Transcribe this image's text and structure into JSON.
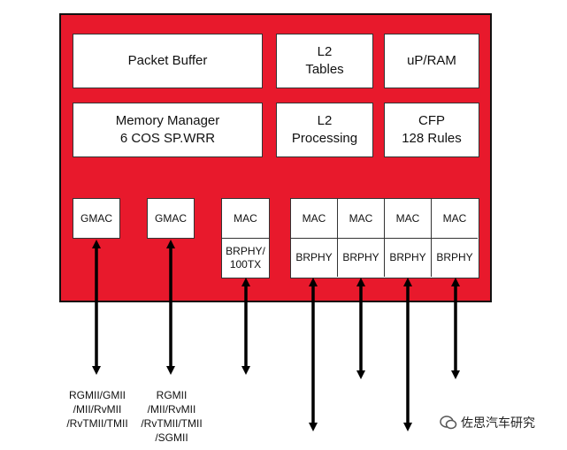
{
  "blocks": {
    "packet_buffer": "Packet Buffer",
    "l2_tables": [
      "L2",
      "Tables"
    ],
    "up_ram": "uP/RAM",
    "memory_manager": [
      "Memory Manager",
      "6 COS SP.WRR"
    ],
    "l2_processing": [
      "L2",
      "Processing"
    ],
    "cfp": [
      "CFP",
      "128 Rules"
    ]
  },
  "ports": {
    "gmac1": "GMAC",
    "gmac2": "GMAC",
    "mac_100tx": "MAC",
    "brphy_100tx": [
      "BRPHY/",
      "100TX"
    ],
    "quad_mac": [
      "MAC",
      "MAC",
      "MAC",
      "MAC"
    ],
    "quad_brphy": [
      "BRPHY",
      "BRPHY",
      "BRPHY",
      "BRPHY"
    ]
  },
  "interface_labels": {
    "left": [
      "RGMII/GMII",
      "/MII/RvMII",
      "/RvTMII/TMII"
    ],
    "right": [
      "RGMII",
      "/MII/RvMII",
      "/RvTMII/TMII",
      "/SGMII"
    ]
  },
  "watermark": "佐思汽车研究",
  "colors": {
    "chip": "#e8192c",
    "block": "#ffffff",
    "arrow": "#000000"
  }
}
